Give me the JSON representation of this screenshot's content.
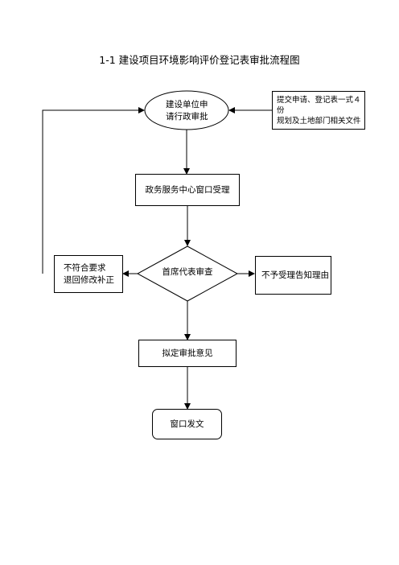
{
  "title": "1-1 建设项目环境影响评价登记表审批流程图",
  "nodes": {
    "start_line1": "建设单位申",
    "start_line2": "请行政审批",
    "submit_line1": "提交申请、登记表一式４份",
    "submit_line2": "规划及土地部门相关文件",
    "accept": "政务服务中心窗口受理",
    "review": "首席代表审查",
    "reject_line1": "不符合要求",
    "reject_line2": "退回修改补正",
    "refuse": "不予受理告知理由",
    "draft": "拟定审批意见",
    "issue": "窗口发文"
  }
}
